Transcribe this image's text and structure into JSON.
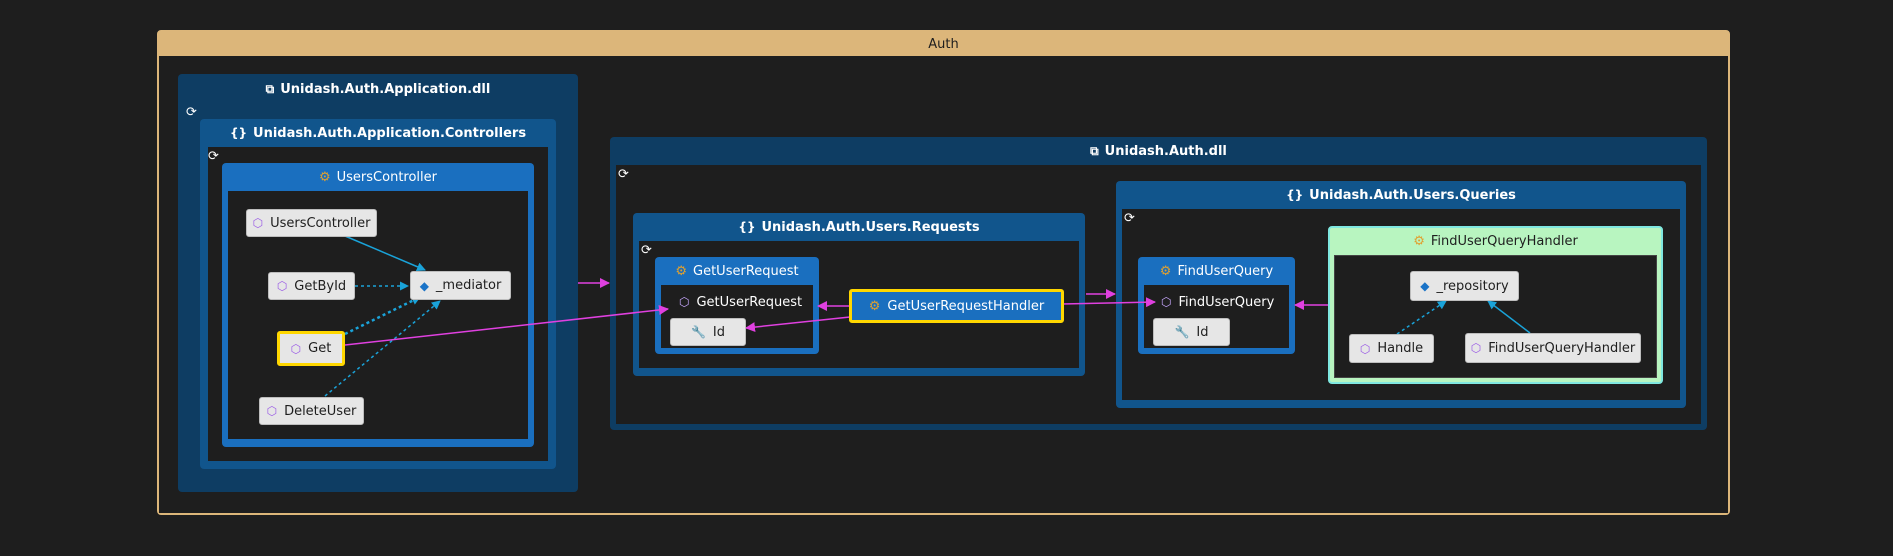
{
  "groups": {
    "auth": "Auth",
    "app_dll": "Unidash.Auth.Application.dll",
    "app_controllers_ns": "Unidash.Auth.Application.Controllers",
    "users_controller_class": "UsersController",
    "auth_dll": "Unidash.Auth.dll",
    "requests_ns": "Unidash.Auth.Users.Requests",
    "queries_ns": "Unidash.Auth.Users.Queries",
    "get_user_request_class": "GetUserRequest",
    "find_user_query_class": "FindUserQuery",
    "find_user_query_handler_class": "FindUserQueryHandler"
  },
  "nodes": {
    "users_controller_ctor": "UsersController",
    "get_by_id": "GetById",
    "mediator": "_mediator",
    "get": "Get",
    "delete_user": "DeleteUser",
    "get_user_request_ctor": "GetUserRequest",
    "request_id": "Id",
    "get_user_request_handler": "GetUserRequestHandler",
    "find_user_query_ctor": "FindUserQuery",
    "query_id": "Id",
    "repository": "_repository",
    "handle": "Handle",
    "find_user_query_handler_ctor": "FindUserQueryHandler"
  },
  "icons": {
    "assembly": "assembly-icon",
    "namespace": "namespace-icon",
    "class": "class-icon",
    "method": "method-icon",
    "field": "field-icon",
    "property": "wrench-icon",
    "cycle": "refresh-icon"
  },
  "colors": {
    "background": "#1e1e1e",
    "group_auth": "#dcb67a",
    "assembly": "#0e3d63",
    "namespace": "#11558c",
    "class": "#1a6fbf",
    "class_highlight": "#b8f5c0",
    "selection": "#ffd700",
    "edge_cyan": "#1aa3d9",
    "edge_magenta": "#e040e0",
    "node": "#e6e6e6"
  }
}
